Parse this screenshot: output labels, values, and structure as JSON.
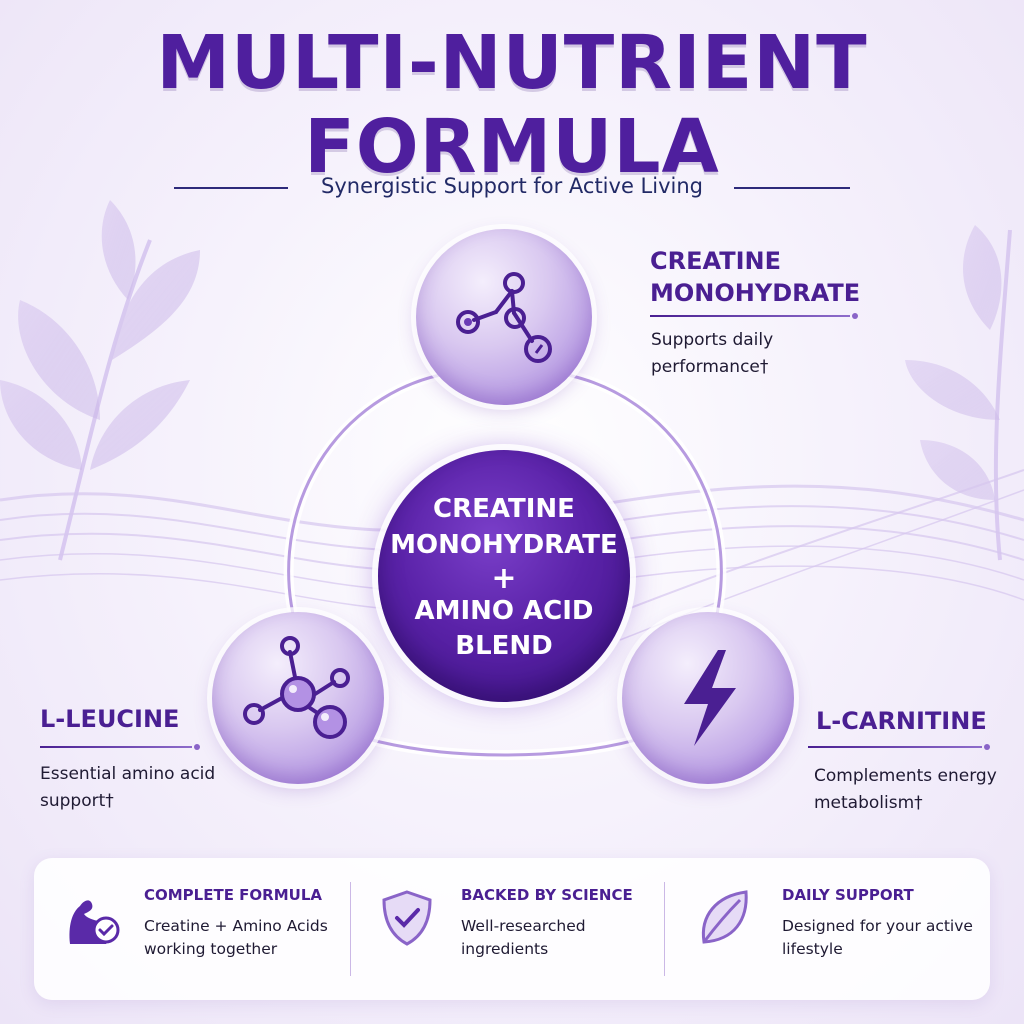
{
  "header": {
    "title_line1": "MULTI-NUTRIENT",
    "title_line2": "FORMULA",
    "subtitle": "Synergistic Support for Active Living"
  },
  "center": {
    "line1": "CREATINE",
    "line2": "MONOHYDRATE",
    "line3": "+",
    "line4": "AMINO ACID",
    "line5": "BLEND"
  },
  "ingredients": [
    {
      "name_line1": "CREATINE",
      "name_line2": "MONOHYDRATE",
      "desc_line1": "Supports daily",
      "desc_line2": "performance†",
      "icon": "molecule-icon"
    },
    {
      "name_line1": "L-LEUCINE",
      "desc_line1": "Essential amino acid",
      "desc_line2": "support†",
      "icon": "molecule-cluster-icon"
    },
    {
      "name_line1": "L-CARNITINE",
      "desc_line1": "Complements energy",
      "desc_line2": "metabolism†",
      "icon": "lightning-bolt-icon"
    }
  ],
  "features": [
    {
      "title": "COMPLETE FORMULA",
      "desc_line1": "Creatine + Amino Acids",
      "desc_line2": "working together",
      "icon": "flexed-arm-check-icon"
    },
    {
      "title": "BACKED BY SCIENCE",
      "desc_line1": "Well-researched",
      "desc_line2": "ingredients",
      "icon": "shield-check-icon"
    },
    {
      "title": "DAILY SUPPORT",
      "desc_line1": "Designed for your active",
      "desc_line2": "lifestyle",
      "icon": "leaf-icon"
    }
  ],
  "colors": {
    "brand_purple": "#4f1f9e",
    "deep_purple": "#3d1284",
    "lavender": "#b497e2",
    "navy_text": "#222a66"
  }
}
